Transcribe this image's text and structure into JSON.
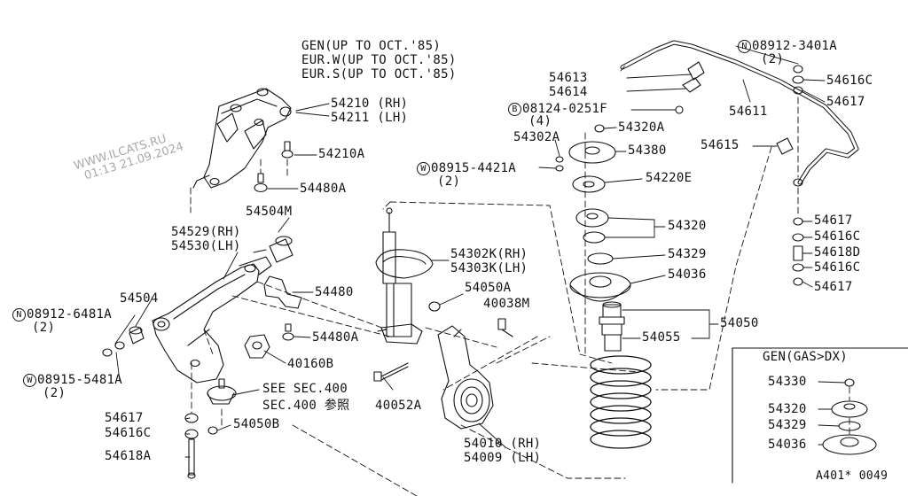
{
  "header_notes": [
    "GEN(UP TO OCT.'85)",
    "EUR.W(UP TO OCT.'85)",
    "EUR.S(UP TO OCT.'85)"
  ],
  "watermark": {
    "line1": "WWW.ILCATS.RU",
    "line2": "01:13 21.09.2024"
  },
  "labels": {
    "p54210": "54210 (RH)",
    "p54211": "54211 (LH)",
    "p54210A": "54210A",
    "p54480A_top": "54480A",
    "p54504M": "54504M",
    "p54529": "54529(RH)",
    "p54530": "54530(LH)",
    "p54504": "54504",
    "p08912_6481A": "08912-6481A",
    "p08912_6481A_qty": "(2)",
    "p08915_5481A": "08915-5481A",
    "p08915_5481A_qty": "(2)",
    "p54480": "54480",
    "p54480A_mid": "54480A",
    "p40160B": "40160B",
    "see_sec": "SEE SEC.400",
    "sec400": "SEC.400 参照",
    "p54617_low": "54617",
    "p54616C_low": "54616C",
    "p54050B": "54050B",
    "p54618A": "54618A",
    "p54302K": "54302K(RH)",
    "p54303K": "54303K(LH)",
    "p54050A": "54050A",
    "p40038M": "40038M",
    "p40052A": "40052A",
    "p54010": "54010 (RH)",
    "p54009": "54009 (LH)",
    "p54613": "54613",
    "p54614": "54614",
    "p08124_0251F": "08124-0251F",
    "p08124_0251F_qty": "(4)",
    "p54302A": "54302A",
    "p54320A": "54320A",
    "p54380": "54380",
    "p08915_4421A": "08915-4421A",
    "p08915_4421A_qty": "(2)",
    "p54220E": "54220E",
    "p54320": "54320",
    "p54329": "54329",
    "p54036": "54036",
    "p54050": "54050",
    "p54055": "54055",
    "p08912_3401A": "08912-3401A",
    "p08912_3401A_qty": "(2)",
    "p54616C_top": "54616C",
    "p54617_top": "54617",
    "p54611": "54611",
    "p54615": "54615",
    "p54617_r1": "54617",
    "p54616C_r1": "54616C",
    "p54618D": "54618D",
    "p54616C_r2": "54616C",
    "p54617_r2": "54617"
  },
  "markers": {
    "N": "N",
    "W": "W",
    "B": "B"
  },
  "inset": {
    "title": "GEN(GAS>DX)",
    "p54330": "54330",
    "p54320": "54320",
    "p54329": "54329",
    "p54036": "54036"
  },
  "diagram_code": "A401* 0049"
}
